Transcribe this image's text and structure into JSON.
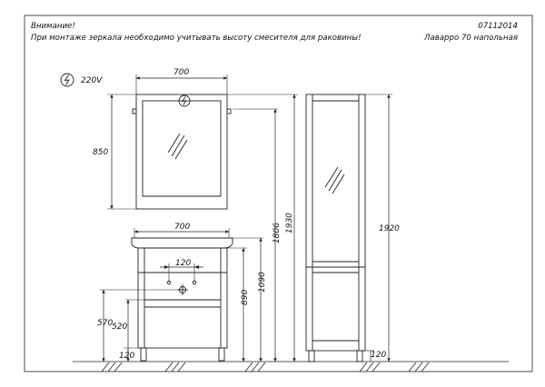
{
  "header": {
    "warning_title": "Внимание!",
    "warning_text": "При монтаже зеркала необходимо учитывать высоту смесителя для раковины!",
    "doc_code": "07112014",
    "model_name": "Лаварро 70 напольная"
  },
  "power": {
    "icon": "electric-lightning-icon",
    "label": "220V"
  },
  "dimensions": {
    "mirror_width": "700",
    "mirror_height": "850",
    "sink_width": "700",
    "faucet_spacing": "120",
    "mirror_top_height": "1930",
    "outlet_height": "1806",
    "sink_top_height": "1090",
    "cabinet_height": "890",
    "drain_height_570": "570",
    "drain_height_520": "520",
    "legs_height_left": "120",
    "column_height": "1920",
    "column_legs_height": "120"
  }
}
